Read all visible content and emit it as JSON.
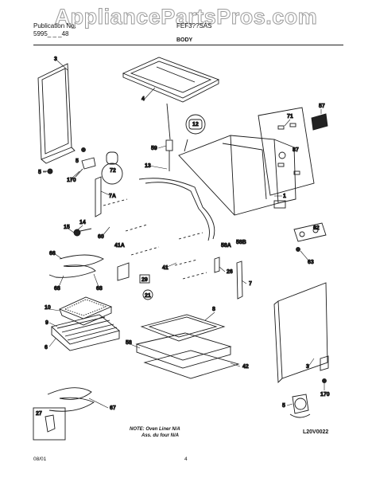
{
  "watermark": "AppliancePartsPros.com",
  "header": {
    "left_line1": "Publication No.",
    "left_line2": "5995_ _ _48",
    "model": "FEF3??SAS",
    "section": "BODY"
  },
  "callouts": {
    "c3a": "3",
    "c4": "4",
    "c57": "57",
    "c71": "71",
    "c12": "12",
    "c87": "87",
    "c59": "59",
    "c13": "13",
    "c5a": "5",
    "c72": "72",
    "c170a": "170",
    "c5b": "5",
    "c7a": "7A",
    "c1": "1",
    "c14": "14",
    "c15": "15",
    "c60": "60",
    "c41a": "41A",
    "c58a": "58A",
    "c58b": "58B",
    "c62": "62",
    "c63": "63",
    "c66": "66",
    "c41": "41",
    "c26": "26",
    "c7": "7",
    "c68a": "68",
    "c68b": "68",
    "c29": "29",
    "c21": "21",
    "c10": "10",
    "c9": "9",
    "c6": "6",
    "c8": "8",
    "c58": "58",
    "c42": "42",
    "c3b": "3",
    "c170b": "170",
    "c5c": "5",
    "c27": "27",
    "c67": "67"
  },
  "note_line1": "NOTE: Oven Liner N/A",
  "note_line2": "Ass. du four N/A",
  "diagram_code": "L20V0022",
  "footer_date": "08/01",
  "footer_page": "4"
}
